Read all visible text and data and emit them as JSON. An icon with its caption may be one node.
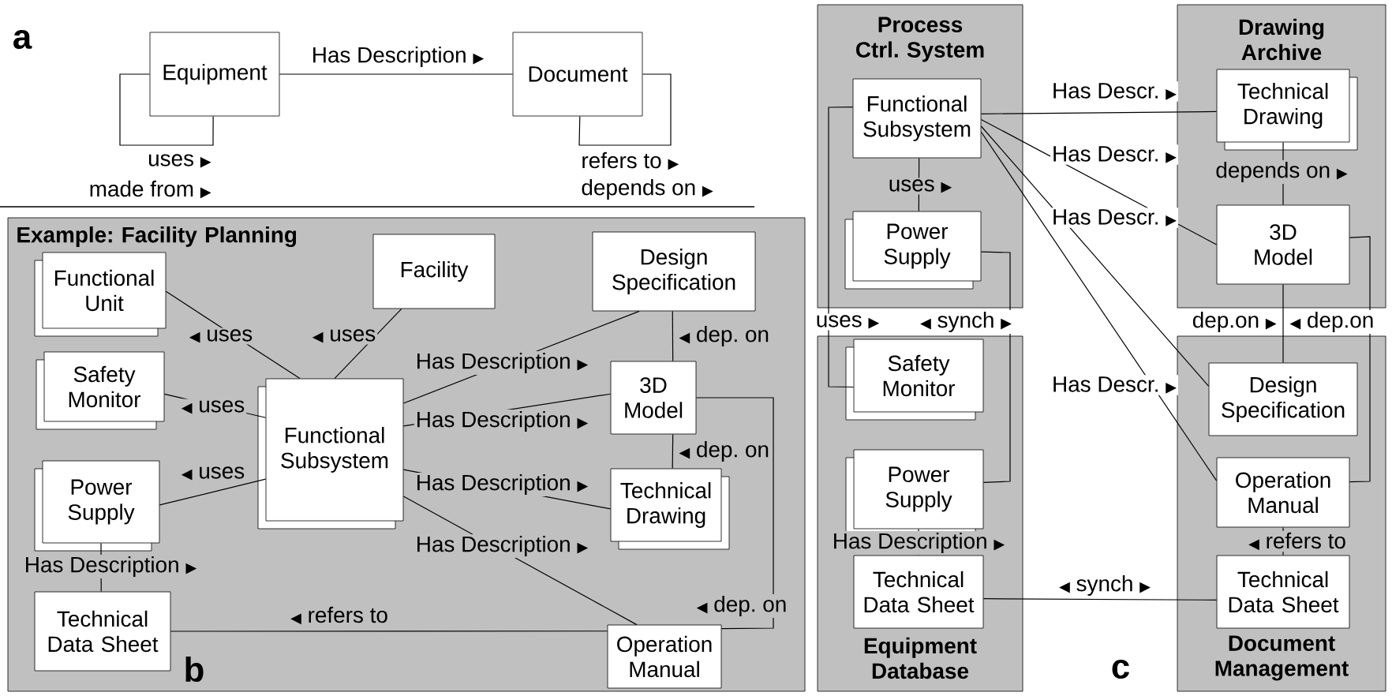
{
  "diagram": {
    "nodes": [
      {
        "text": [
          "Equipment"
        ]
      },
      {
        "text": [
          "Document"
        ]
      },
      {
        "text": [
          "Example: Facility Planning"
        ]
      },
      {
        "text": [
          "Functional Unit"
        ],
        "in": 2
      },
      {
        "text": [
          "Facility"
        ],
        "in": 2
      },
      {
        "text": [
          "Design Specification"
        ],
        "in": 2
      },
      {
        "text": [
          "Safety Monitor"
        ],
        "in": 2
      },
      {
        "text": [
          "Functional Subsystem"
        ],
        "in": 2
      },
      {
        "text": [
          "3D Model"
        ],
        "in": 2
      },
      {
        "text": [
          "Power Supply"
        ],
        "in": 2
      },
      {
        "text": [
          "Technical Drawing"
        ],
        "in": 2
      },
      {
        "text": [
          "Technical Data Sheet"
        ],
        "in": 2
      },
      {
        "text": [
          "Operation Manual"
        ],
        "in": 2
      },
      {
        "text": [
          "Process Ctrl. System"
        ]
      },
      {
        "text": [
          "Functional Subsystem"
        ],
        "in": 13
      },
      {
        "text": [
          "Power Supply"
        ],
        "in": 13
      },
      {
        "text": [
          "Equipment Database"
        ]
      },
      {
        "text": [
          "Safety Monitor"
        ],
        "in": 16
      },
      {
        "text": [
          "Power Supply"
        ],
        "in": 16
      },
      {
        "text": [
          "Technical Data Sheet"
        ],
        "in": 16
      },
      {
        "text": [
          "Drawing Archive"
        ]
      },
      {
        "text": [
          "Technical Drawing"
        ],
        "in": 20
      },
      {
        "text": [
          "3D Model"
        ],
        "in": 20
      },
      {
        "text": [
          "Document Management"
        ]
      },
      {
        "text": [
          "Design Specification"
        ],
        "in": 23
      },
      {
        "text": [
          "Operation Manual"
        ],
        "in": 23
      },
      {
        "text": [
          "Technical Data Sheet"
        ],
        "in": 23
      }
    ],
    "edges": [
      {
        "from": 0,
        "to": 1,
        "arrow": "none",
        "label": "Has Description ▶"
      },
      {
        "from": 0,
        "to": 0,
        "arrow": "none",
        "label": "uses ▶"
      },
      {
        "from": 1,
        "to": 1,
        "arrow": "none",
        "label": "refers to ▶"
      },
      {
        "from": 7,
        "to": 3,
        "arrow": "none",
        "label": "◀ uses"
      },
      {
        "from": 7,
        "to": 4,
        "arrow": "none",
        "label": "◀ uses"
      },
      {
        "from": 7,
        "to": 6,
        "arrow": "none",
        "label": "◀ uses"
      },
      {
        "from": 7,
        "to": 9,
        "arrow": "none",
        "label": "◀ uses"
      },
      {
        "from": 7,
        "to": 5,
        "arrow": "none",
        "label": "Has Description ▶"
      },
      {
        "from": 7,
        "to": 8,
        "arrow": "none",
        "label": "Has Description ▶"
      },
      {
        "from": 7,
        "to": 10,
        "arrow": "none",
        "label": "Has Description ▶"
      },
      {
        "from": 7,
        "to": 12,
        "arrow": "none",
        "label": "Has Description ▶"
      },
      {
        "from": 8,
        "to": 5,
        "arrow": "none",
        "label": "◀ dep. on"
      },
      {
        "from": 10,
        "to": 8,
        "arrow": "none",
        "label": "◀ dep. on"
      },
      {
        "from": 12,
        "to": 8,
        "arrow": "none",
        "label": "◀ dep. on"
      },
      {
        "from": 9,
        "to": 11,
        "arrow": "none",
        "label": "Has Description ▶"
      },
      {
        "from": 11,
        "to": 12,
        "arrow": "none",
        "label": "◀ refers to"
      },
      {
        "from": 14,
        "to": 15,
        "arrow": "none",
        "label": "uses ▶"
      },
      {
        "from": 14,
        "to": 17,
        "arrow": "none",
        "label": "uses ▶"
      },
      {
        "from": 15,
        "to": 18,
        "arrow": "none",
        "label": "◀ synch ▶"
      },
      {
        "from": 18,
        "to": 19,
        "arrow": "none",
        "label": "Has Description ▶"
      },
      {
        "from": 19,
        "to": 26,
        "arrow": "none",
        "label": "◀ synch ▶"
      },
      {
        "from": 14,
        "to": 21,
        "arrow": "none",
        "label": "Has Descr. ▶"
      },
      {
        "from": 14,
        "to": 22,
        "arrow": "none",
        "label": "Has Descr. ▶"
      },
      {
        "from": 14,
        "to": 24,
        "arrow": "none",
        "label": "Has Descr. ▶"
      },
      {
        "from": 14,
        "to": 25,
        "arrow": "none",
        "label": "Has Descr. ▶"
      },
      {
        "from": 21,
        "to": 22,
        "arrow": "none",
        "label": "depends on ▶"
      },
      {
        "from": 22,
        "to": 24,
        "arrow": "none",
        "label": "dep.on ▶"
      },
      {
        "from": 25,
        "to": 22,
        "arrow": "none",
        "label": "◀ dep.on"
      },
      {
        "from": 26,
        "to": 25,
        "arrow": "none",
        "label": "◀ refers to"
      }
    ],
    "labels": [
      "a",
      "made from ▶",
      "depends on ▶",
      "b",
      "c"
    ]
  }
}
